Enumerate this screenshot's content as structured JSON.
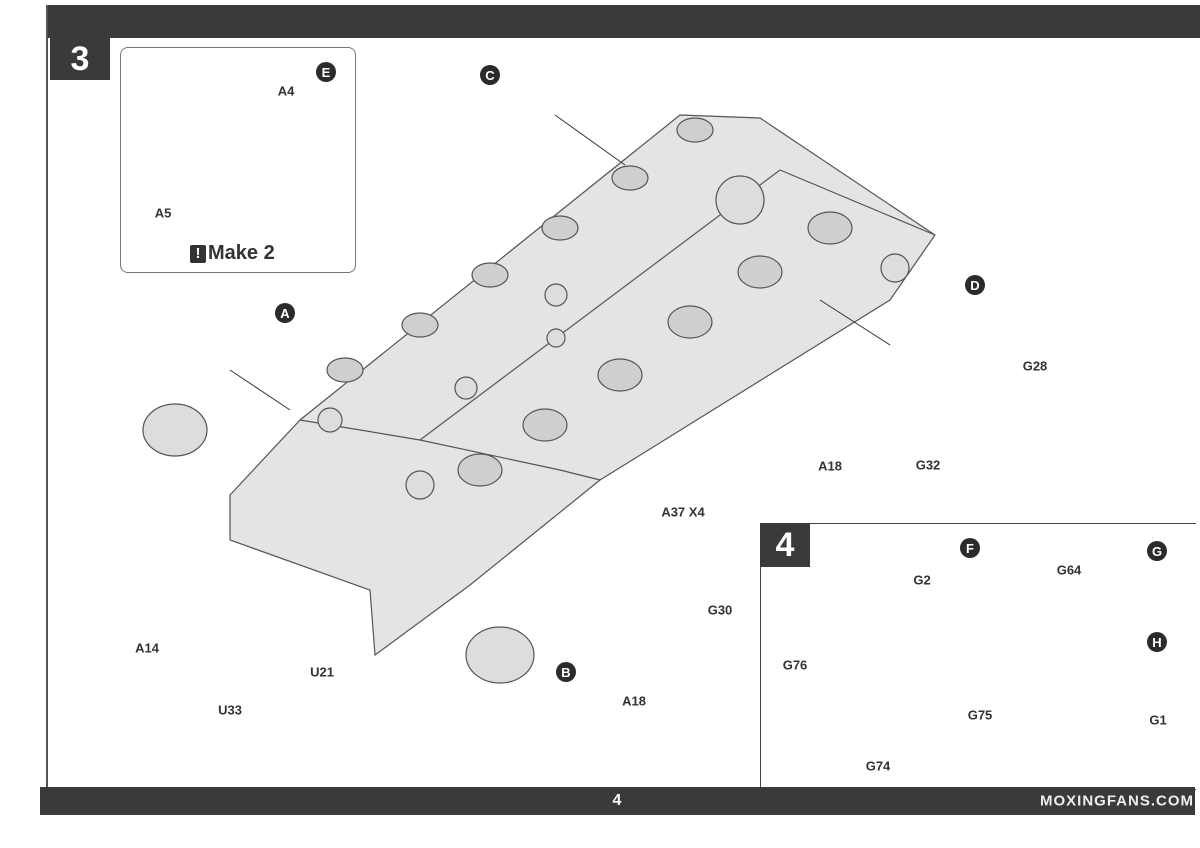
{
  "step3": {
    "number": "3",
    "inset": {
      "callout": "E",
      "parts": [
        "A4",
        "A5"
      ],
      "note_icon": "exclamation-icon",
      "note": "Make 2"
    },
    "callouts": [
      "A",
      "B",
      "C",
      "D"
    ],
    "parts": {
      "g28": "G28",
      "a18_right": "A18",
      "g32": "G32",
      "a37": "A37 X4",
      "g30": "G30",
      "a14": "A14",
      "u21": "U21",
      "u33": "U33",
      "a18_bottom": "A18"
    }
  },
  "step4": {
    "number": "4",
    "callouts": [
      "F",
      "G",
      "H"
    ],
    "parts": {
      "g2": "G2",
      "g64": "G64",
      "g76": "G76",
      "g75": "G75",
      "g74": "G74",
      "g1": "G1"
    }
  },
  "footer": {
    "page_number": "4",
    "watermark": "MOXINGFANS.COM"
  }
}
